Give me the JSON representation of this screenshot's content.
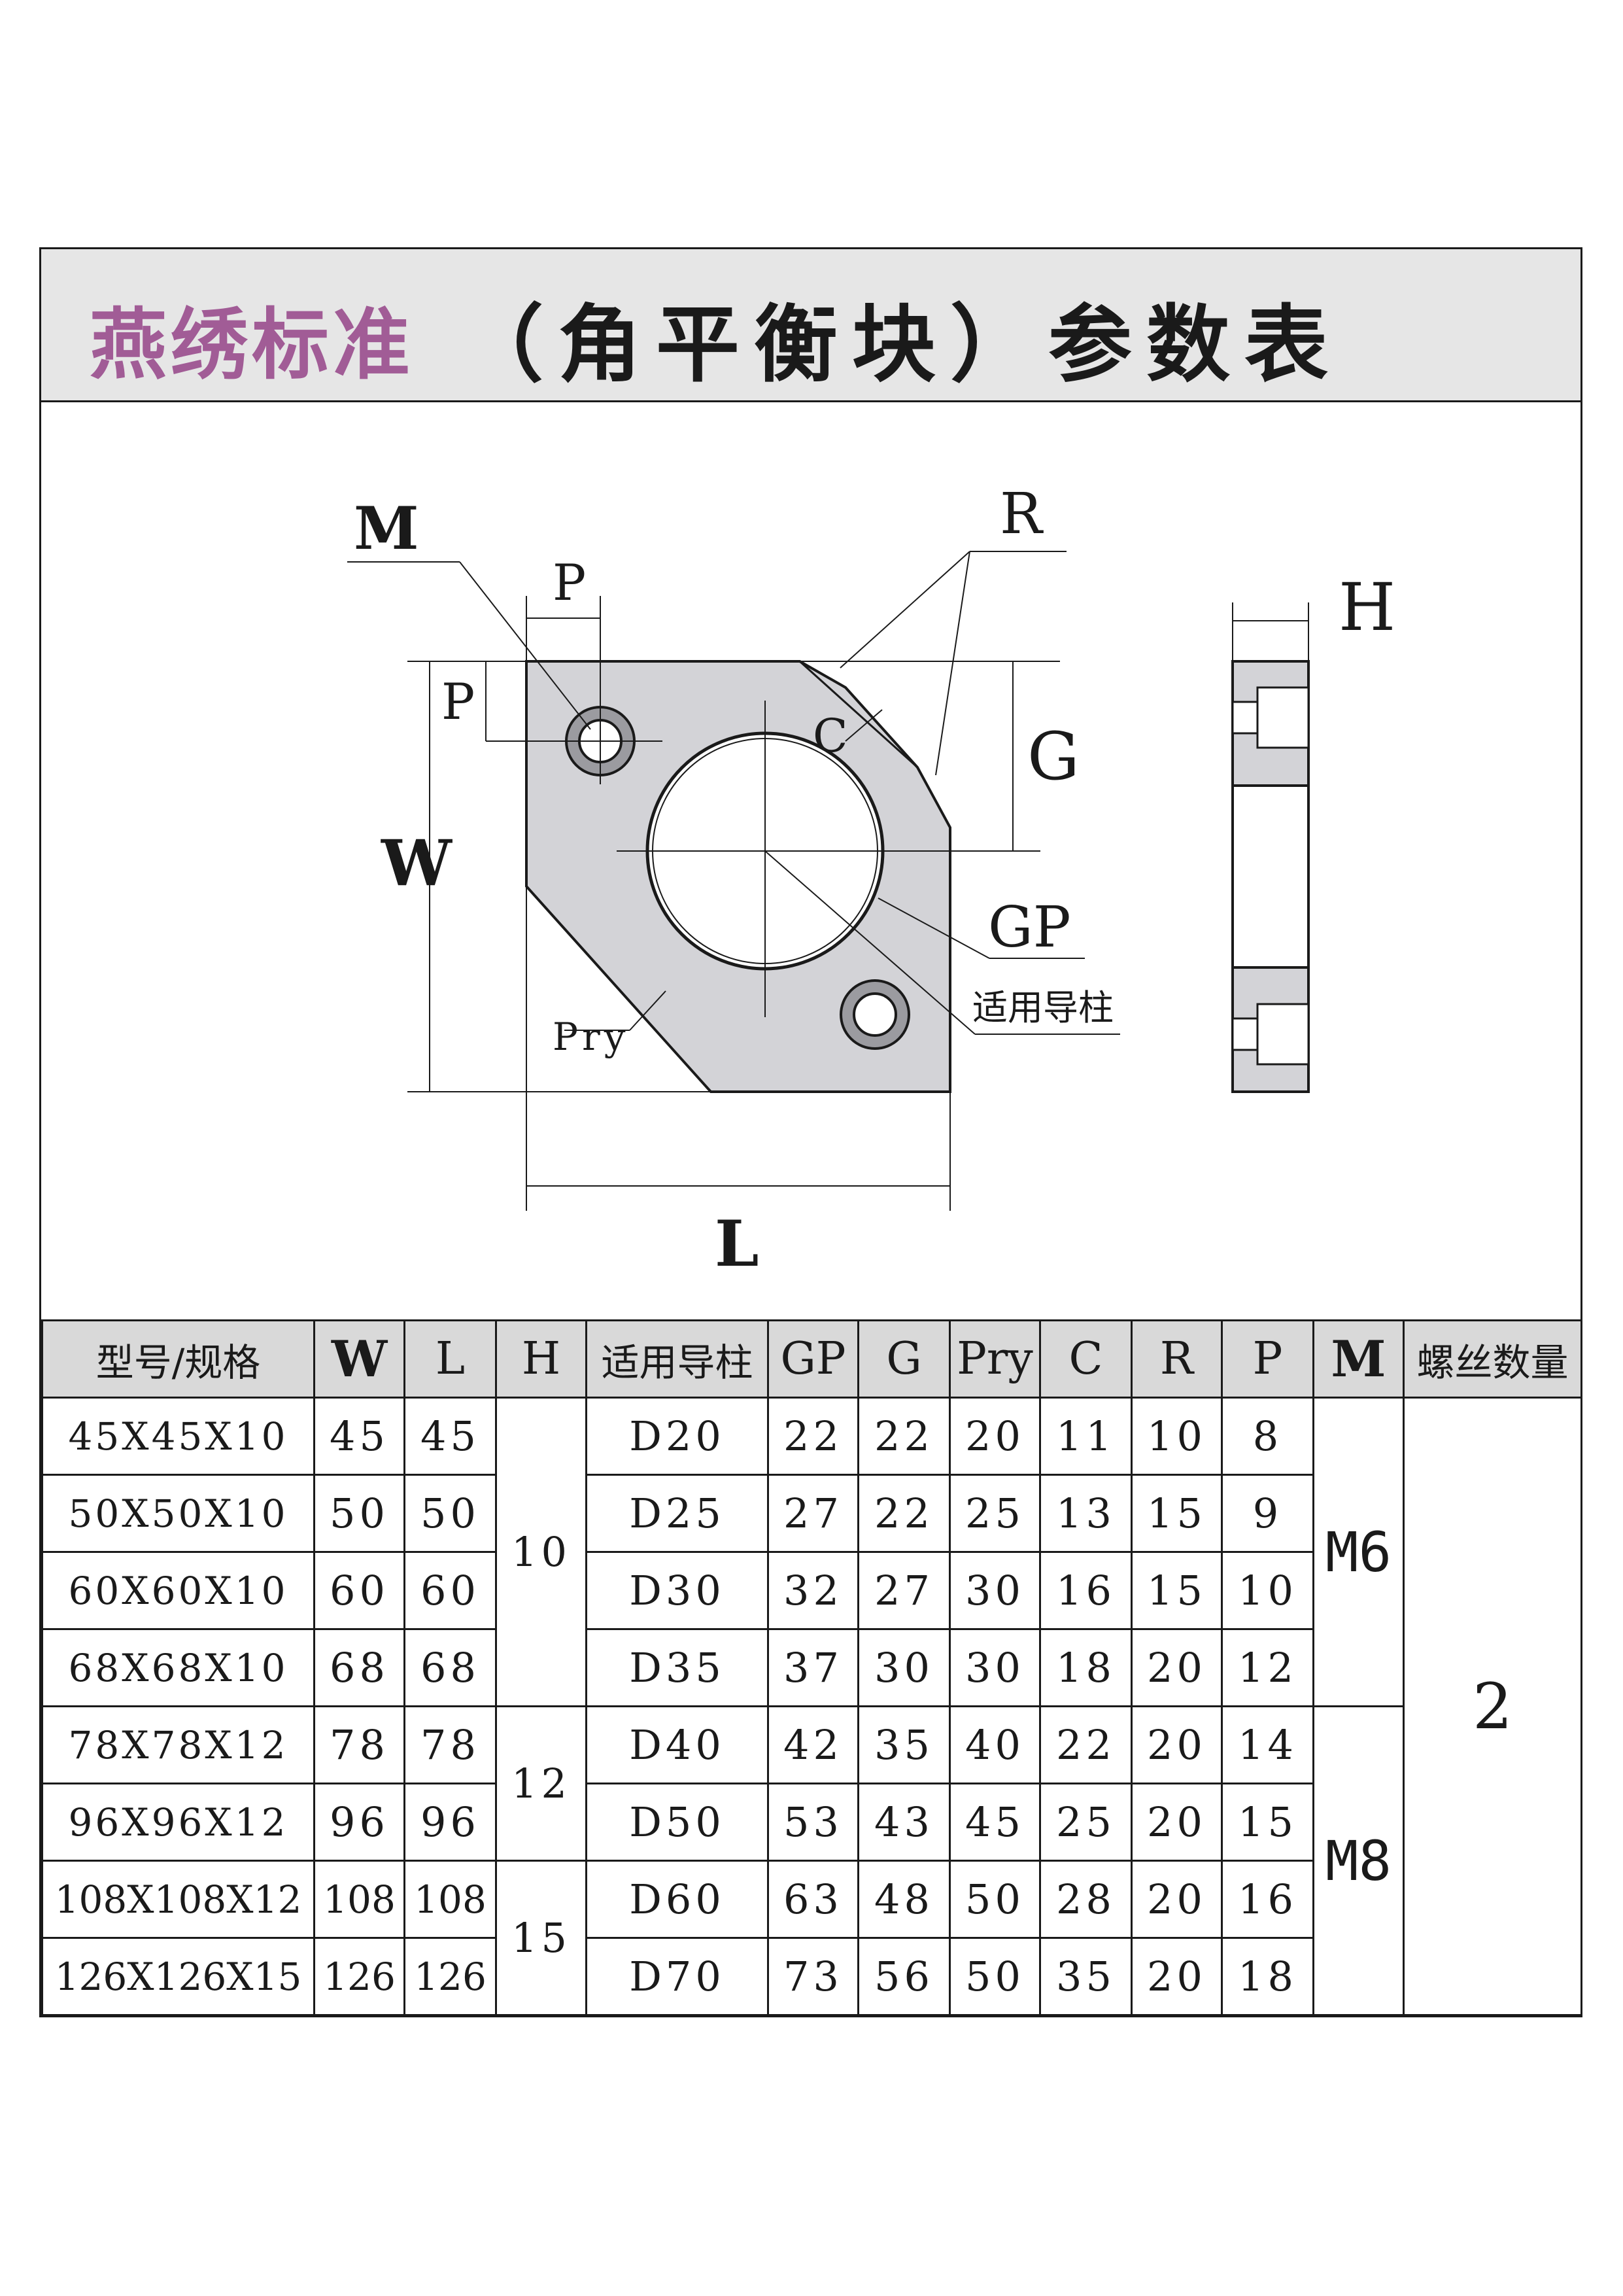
{
  "title": {
    "brand": "燕绣标准",
    "main": "（角平衡块）参数表"
  },
  "drawing": {
    "labels": {
      "M": "M",
      "P_top": "P",
      "P_side": "P",
      "R": "R",
      "C": "C",
      "G": "G",
      "W": "W",
      "GP": "GP",
      "guide": "适用导柱",
      "Pry": "Pry",
      "L": "L",
      "H": "H"
    },
    "colors": {
      "plate": "#d3d3d7",
      "line": "#1a1a1a",
      "header": "#d9d9d9",
      "brand": "#a15c96"
    }
  },
  "table": {
    "headers": [
      "型号/规格",
      "W",
      "L",
      "H",
      "适用导柱",
      "GP",
      "G",
      "Pry",
      "C",
      "R",
      "P",
      "M",
      "螺丝数量"
    ],
    "rows": [
      {
        "spec": "45X45X10",
        "W": "45",
        "L": "45",
        "guide": "D20",
        "GP": "22",
        "G": "22",
        "Pry": "20",
        "C": "11",
        "R": "10",
        "P": "8"
      },
      {
        "spec": "50X50X10",
        "W": "50",
        "L": "50",
        "guide": "D25",
        "GP": "27",
        "G": "22",
        "Pry": "25",
        "C": "13",
        "R": "15",
        "P": "9"
      },
      {
        "spec": "60X60X10",
        "W": "60",
        "L": "60",
        "guide": "D30",
        "GP": "32",
        "G": "27",
        "Pry": "30",
        "C": "16",
        "R": "15",
        "P": "10"
      },
      {
        "spec": "68X68X10",
        "W": "68",
        "L": "68",
        "guide": "D35",
        "GP": "37",
        "G": "30",
        "Pry": "30",
        "C": "18",
        "R": "20",
        "P": "12"
      },
      {
        "spec": "78X78X12",
        "W": "78",
        "L": "78",
        "guide": "D40",
        "GP": "42",
        "G": "35",
        "Pry": "40",
        "C": "22",
        "R": "20",
        "P": "14"
      },
      {
        "spec": "96X96X12",
        "W": "96",
        "L": "96",
        "guide": "D50",
        "GP": "53",
        "G": "43",
        "Pry": "45",
        "C": "25",
        "R": "20",
        "P": "15"
      },
      {
        "spec": "108X108X12",
        "W": "108",
        "L": "108",
        "guide": "D60",
        "GP": "63",
        "G": "48",
        "Pry": "50",
        "C": "28",
        "R": "20",
        "P": "16"
      },
      {
        "spec": "126X126X15",
        "W": "126",
        "L": "126",
        "guide": "D70",
        "GP": "73",
        "G": "56",
        "Pry": "50",
        "C": "35",
        "R": "20",
        "P": "18"
      }
    ],
    "H_groups": [
      "10",
      "12",
      "15"
    ],
    "M_groups": [
      "M6",
      "M8"
    ],
    "screw_count": "2"
  }
}
